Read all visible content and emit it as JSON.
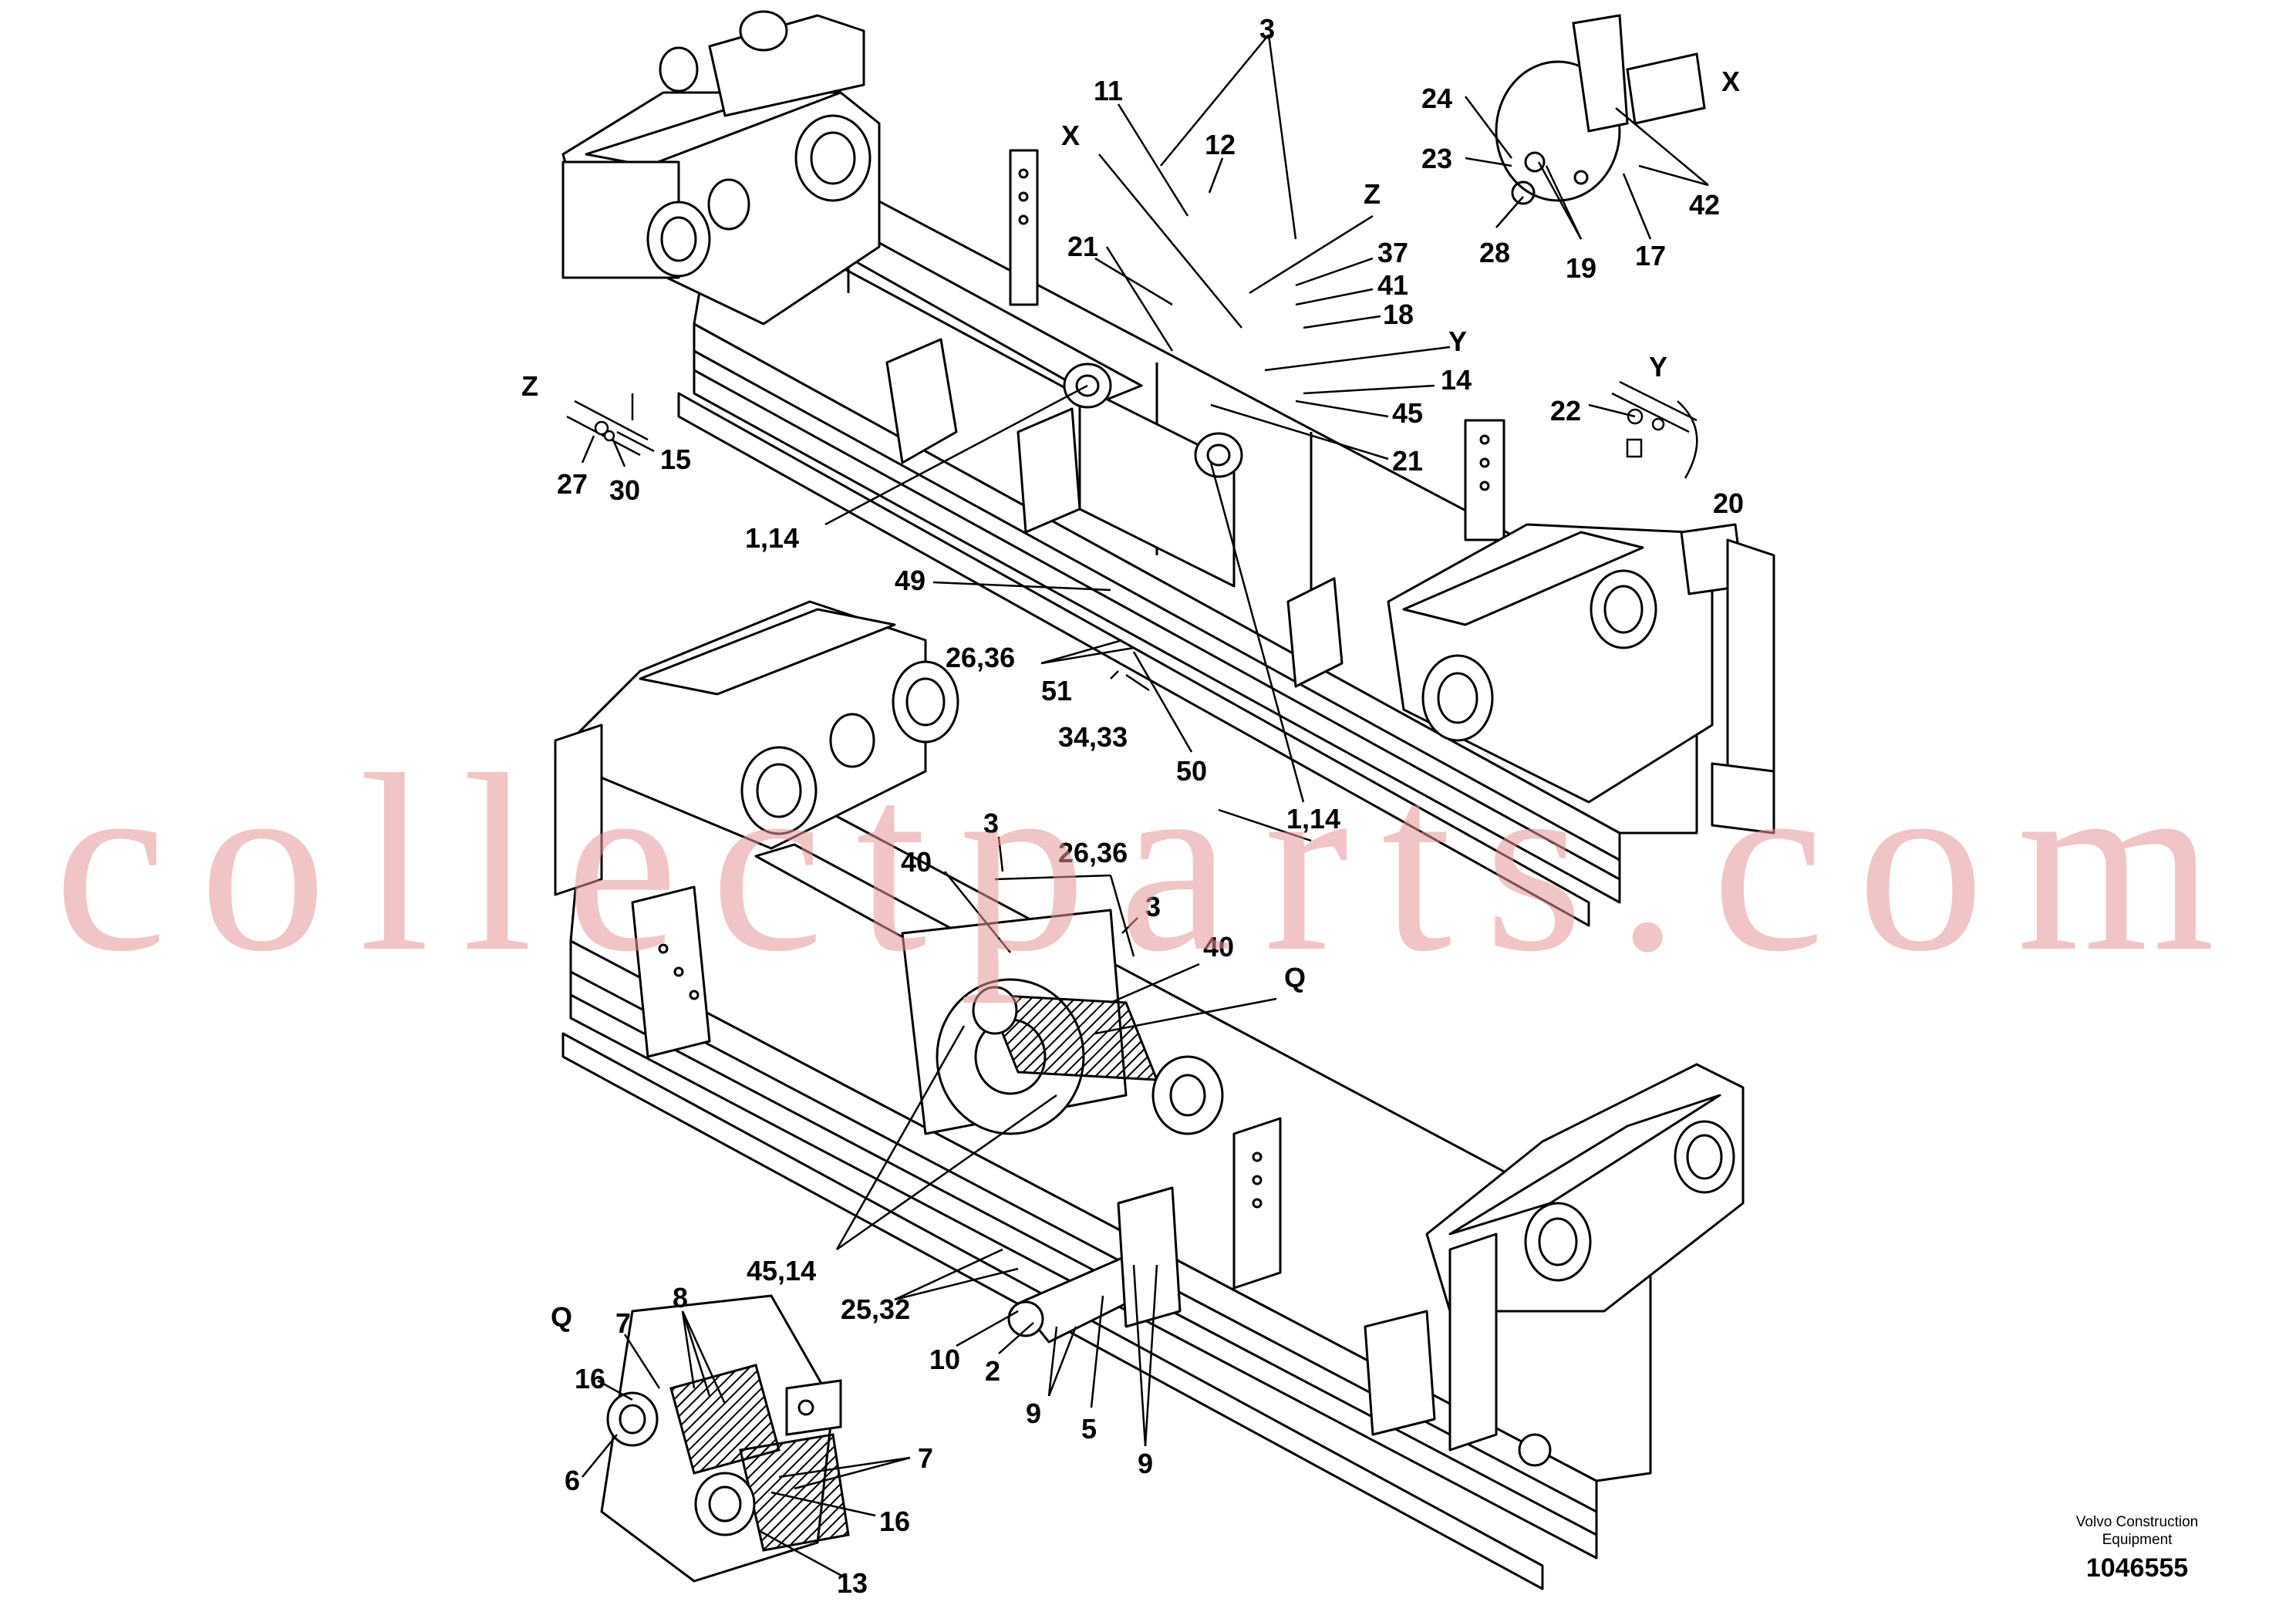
{
  "watermark": "collectparts.com",
  "brand": {
    "line1": "Volvo Construction",
    "line2": "Equipment"
  },
  "document_number": "1046555",
  "view_markers": {
    "x_top": "X",
    "x_detail": "X",
    "z_top": "Z",
    "z_detail": "Z",
    "y_top": "Y",
    "y_detail": "Y",
    "q_main": "Q",
    "q_detail": "Q"
  },
  "callouts": {
    "c3a": "3",
    "c11": "11",
    "c12": "12",
    "c21a": "21",
    "c37": "37",
    "c41": "41",
    "c18": "18",
    "c14a": "14",
    "c45a": "45",
    "c21b": "21",
    "c20": "20",
    "c114a": "1,14",
    "c49": "49",
    "c2636a": "26,36",
    "c51": "51",
    "c3433": "34,33",
    "c50": "50",
    "c114b": "1,14",
    "c24": "24",
    "c23": "23",
    "c28": "28",
    "c19": "19",
    "c17": "17",
    "c42": "42",
    "c27": "27",
    "c30": "30",
    "c15": "15",
    "c22": "22",
    "c3b": "3",
    "c40a": "40",
    "c2636b": "26,36",
    "c3c": "3",
    "c40b": "40",
    "c4514": "45,14",
    "c2532": "25,32",
    "c10": "10",
    "c2": "2",
    "c9a": "9",
    "c5": "5",
    "c9b": "9",
    "c7a": "7",
    "c8": "8",
    "c16a": "16",
    "c6": "6",
    "c7b": "7",
    "c16b": "16",
    "c13": "13"
  }
}
